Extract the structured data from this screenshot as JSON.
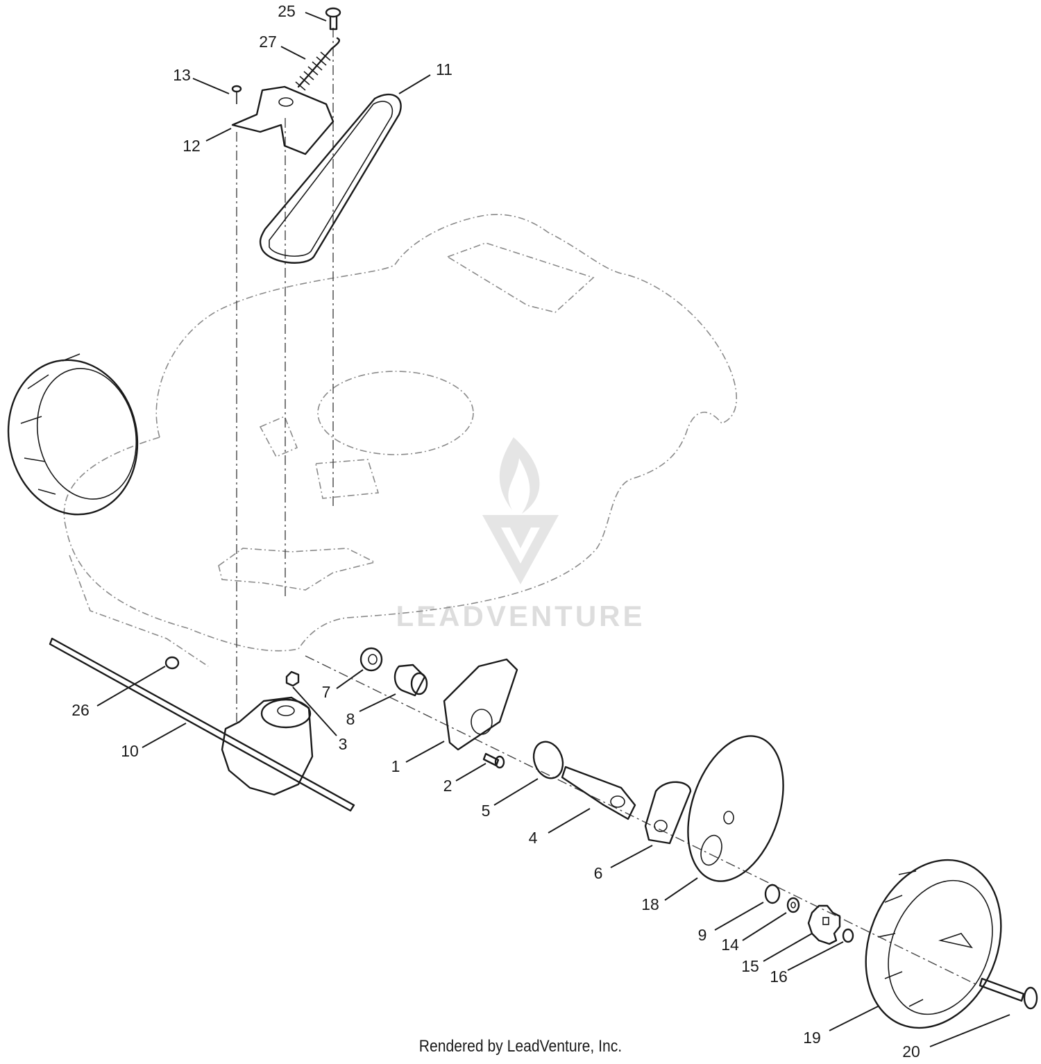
{
  "diagram": {
    "callouts": [
      {
        "id": "callout-1",
        "text": "1"
      },
      {
        "id": "callout-2",
        "text": "2"
      },
      {
        "id": "callout-3",
        "text": "3"
      },
      {
        "id": "callout-4",
        "text": "4"
      },
      {
        "id": "callout-5",
        "text": "5"
      },
      {
        "id": "callout-6",
        "text": "6"
      },
      {
        "id": "callout-7",
        "text": "7"
      },
      {
        "id": "callout-8",
        "text": "8"
      },
      {
        "id": "callout-9",
        "text": "9"
      },
      {
        "id": "callout-10",
        "text": "10"
      },
      {
        "id": "callout-11",
        "text": "11"
      },
      {
        "id": "callout-12",
        "text": "12"
      },
      {
        "id": "callout-13",
        "text": "13"
      },
      {
        "id": "callout-14",
        "text": "14"
      },
      {
        "id": "callout-15",
        "text": "15"
      },
      {
        "id": "callout-16",
        "text": "16"
      },
      {
        "id": "callout-18",
        "text": "18"
      },
      {
        "id": "callout-19",
        "text": "19"
      },
      {
        "id": "callout-20",
        "text": "20"
      },
      {
        "id": "callout-25",
        "text": "25"
      },
      {
        "id": "callout-26",
        "text": "26"
      },
      {
        "id": "callout-27",
        "text": "27"
      }
    ],
    "watermark_text": "LEADVENTURE",
    "footer": "Rendered by LeadVenture, Inc."
  }
}
